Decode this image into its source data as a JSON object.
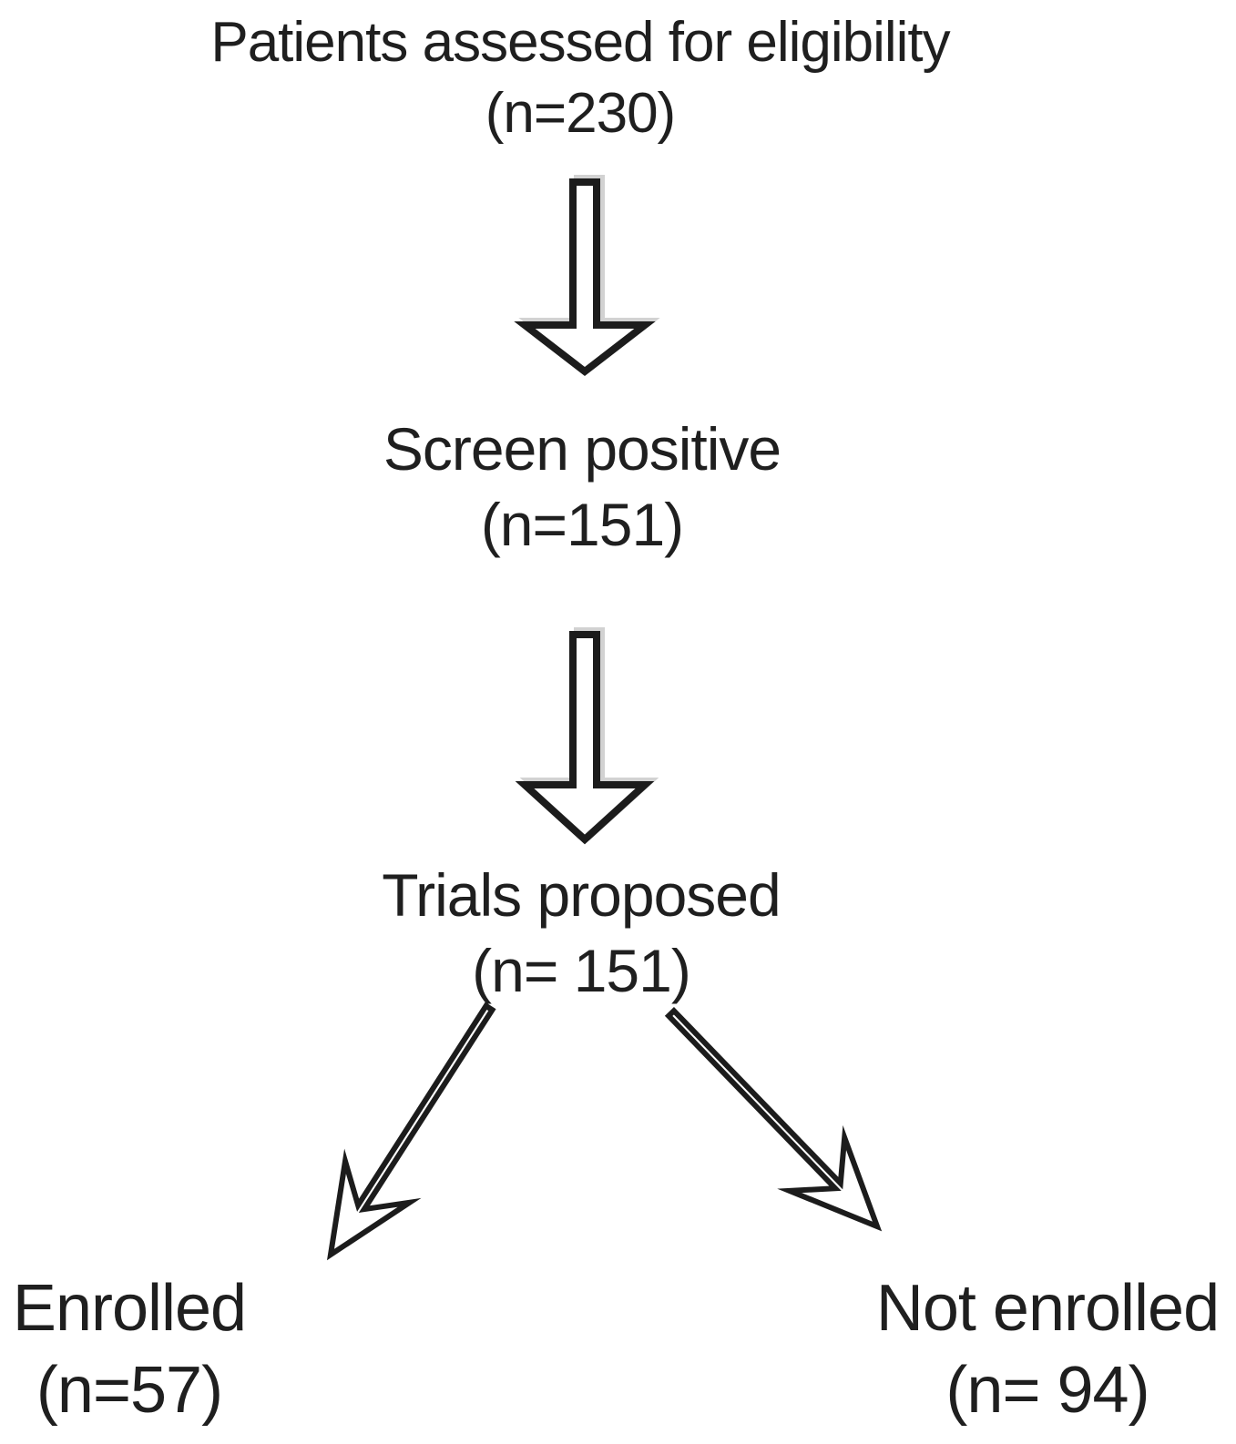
{
  "diagram_type": "patient-flow",
  "nodes": {
    "assessed": {
      "label": "Patients assessed for eligibility",
      "count_label": "(n=230)",
      "n": 230
    },
    "screen_positive": {
      "label": "Screen positive",
      "count_label": "(n=151)",
      "n": 151
    },
    "trials_proposed": {
      "label": "Trials proposed",
      "count_label": "(n= 151)",
      "n": 151
    },
    "enrolled": {
      "label": "Enrolled",
      "count_label": "(n=57)",
      "n": 57
    },
    "not_enrolled": {
      "label": "Not enrolled",
      "count_label": "(n= 94)",
      "n": 94
    }
  },
  "edges": [
    {
      "from": "assessed",
      "to": "screen_positive",
      "style": "hollow-block-arrow",
      "direction": "down"
    },
    {
      "from": "screen_positive",
      "to": "trials_proposed",
      "style": "hollow-block-arrow",
      "direction": "down"
    },
    {
      "from": "trials_proposed",
      "to": "enrolled",
      "style": "thin-barbed-arrow",
      "direction": "down-left"
    },
    {
      "from": "trials_proposed",
      "to": "not_enrolled",
      "style": "thin-barbed-arrow",
      "direction": "down-right"
    }
  ],
  "colors": {
    "background": "#ffffff",
    "text": "#1f1f1f",
    "arrow_stroke": "#1c1c1c",
    "arrow_fill": "#ffffff"
  }
}
